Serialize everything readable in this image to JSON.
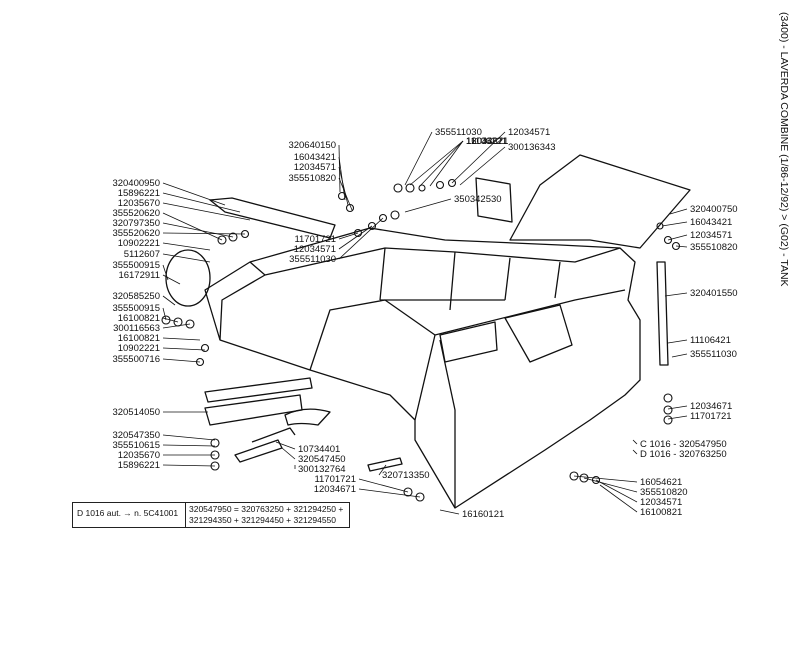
{
  "header": {
    "side_title": "(3400) - LAVERDA COMBINE (1/86-12/92) > (G02) - TANK"
  },
  "note_box": {
    "left_text": "D 1016  aut. → n. 5C41001",
    "right_line1": "320547950 = 320763250 + 321294250 +",
    "right_line2": "321294350 + 321294450 + 321294550"
  },
  "part_labels": [
    "355511030",
    "16043221",
    "12034671",
    "11106221",
    "12034571",
    "300136343",
    "320640150",
    "16043421",
    "12034571",
    "355510820",
    "320400950",
    "15896221",
    "12035670",
    "355520620",
    "320797350",
    "355520620",
    "10902221",
    "5112607",
    "355500915",
    "16172911",
    "350342530",
    "11701721",
    "12034571",
    "355511030",
    "320400750",
    "16043421",
    "12034571",
    "355510820",
    "320585250",
    "355500915",
    "16100821",
    "300116563",
    "16100821",
    "10902221",
    "355500716",
    "320401550",
    "11106421",
    "355511030",
    "12034671",
    "11701721",
    "320514050",
    "320547350",
    "355510615",
    "12035670",
    "15896221",
    "10734401",
    "320547450",
    "300132764",
    "320713350",
    "11701721",
    "12034671",
    "C 1016 - 320547950",
    "D 1016 - 320763250",
    "16054621",
    "355510820",
    "12034571",
    "16100821",
    "16160121"
  ]
}
